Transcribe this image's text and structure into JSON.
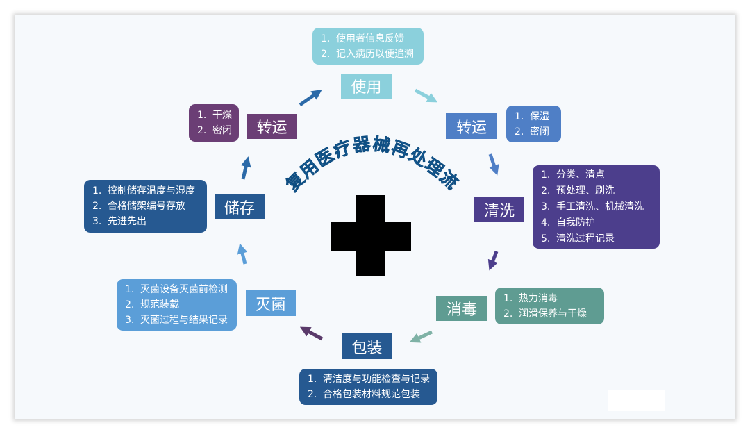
{
  "title": "复用医疗器械再处理流程",
  "colors": {
    "teal_light": "#8bd0dc",
    "blue_mid": "#4f7fc6",
    "blue_dark": "#265991",
    "purple": "#4c3e8c",
    "purple_dark": "#6b3e75",
    "teal": "#5f9c92",
    "blue_light": "#5b9ed8",
    "title_blue": "#1b6fb0"
  },
  "stages": {
    "use": {
      "label": "使用",
      "items": [
        {
          "num": "1.",
          "text": "使用者信息反馈"
        },
        {
          "num": "2.",
          "text": "记入病历以便追溯"
        }
      ]
    },
    "transport1": {
      "label": "转运",
      "items": [
        {
          "num": "1.",
          "text": "保湿"
        },
        {
          "num": "2.",
          "text": "密闭"
        }
      ]
    },
    "clean": {
      "label": "清洗",
      "items": [
        {
          "num": "1.",
          "text": "分类、清点"
        },
        {
          "num": "2.",
          "text": "预处理、刷洗"
        },
        {
          "num": "3.",
          "text": "手工清洗、机械清洗"
        },
        {
          "num": "4.",
          "text": "自我防护"
        },
        {
          "num": "5.",
          "text": "清洗过程记录"
        }
      ]
    },
    "disinfect": {
      "label": "消毒",
      "items": [
        {
          "num": "1.",
          "text": "热力消毒"
        },
        {
          "num": "2.",
          "text": "润滑保养与干燥"
        }
      ]
    },
    "pack": {
      "label": "包装",
      "items": [
        {
          "num": "1.",
          "text": "清洁度与功能检查与记录"
        },
        {
          "num": "2.",
          "text": "合格包装材料规范包装"
        }
      ]
    },
    "sterilize": {
      "label": "灭菌",
      "items": [
        {
          "num": "1.",
          "text": "灭菌设备灭菌前检测"
        },
        {
          "num": "2.",
          "text": "规范装载"
        },
        {
          "num": "3.",
          "text": "灭菌过程与结果记录"
        }
      ]
    },
    "store": {
      "label": "储存",
      "items": [
        {
          "num": "1.",
          "text": "控制储存温度与湿度"
        },
        {
          "num": "2.",
          "text": "合格储架编号存放"
        },
        {
          "num": "3.",
          "text": "先进先出"
        }
      ]
    },
    "transport2": {
      "label": "转运",
      "items": [
        {
          "num": "1.",
          "text": "干燥"
        },
        {
          "num": "2.",
          "text": "密闭"
        }
      ]
    }
  }
}
